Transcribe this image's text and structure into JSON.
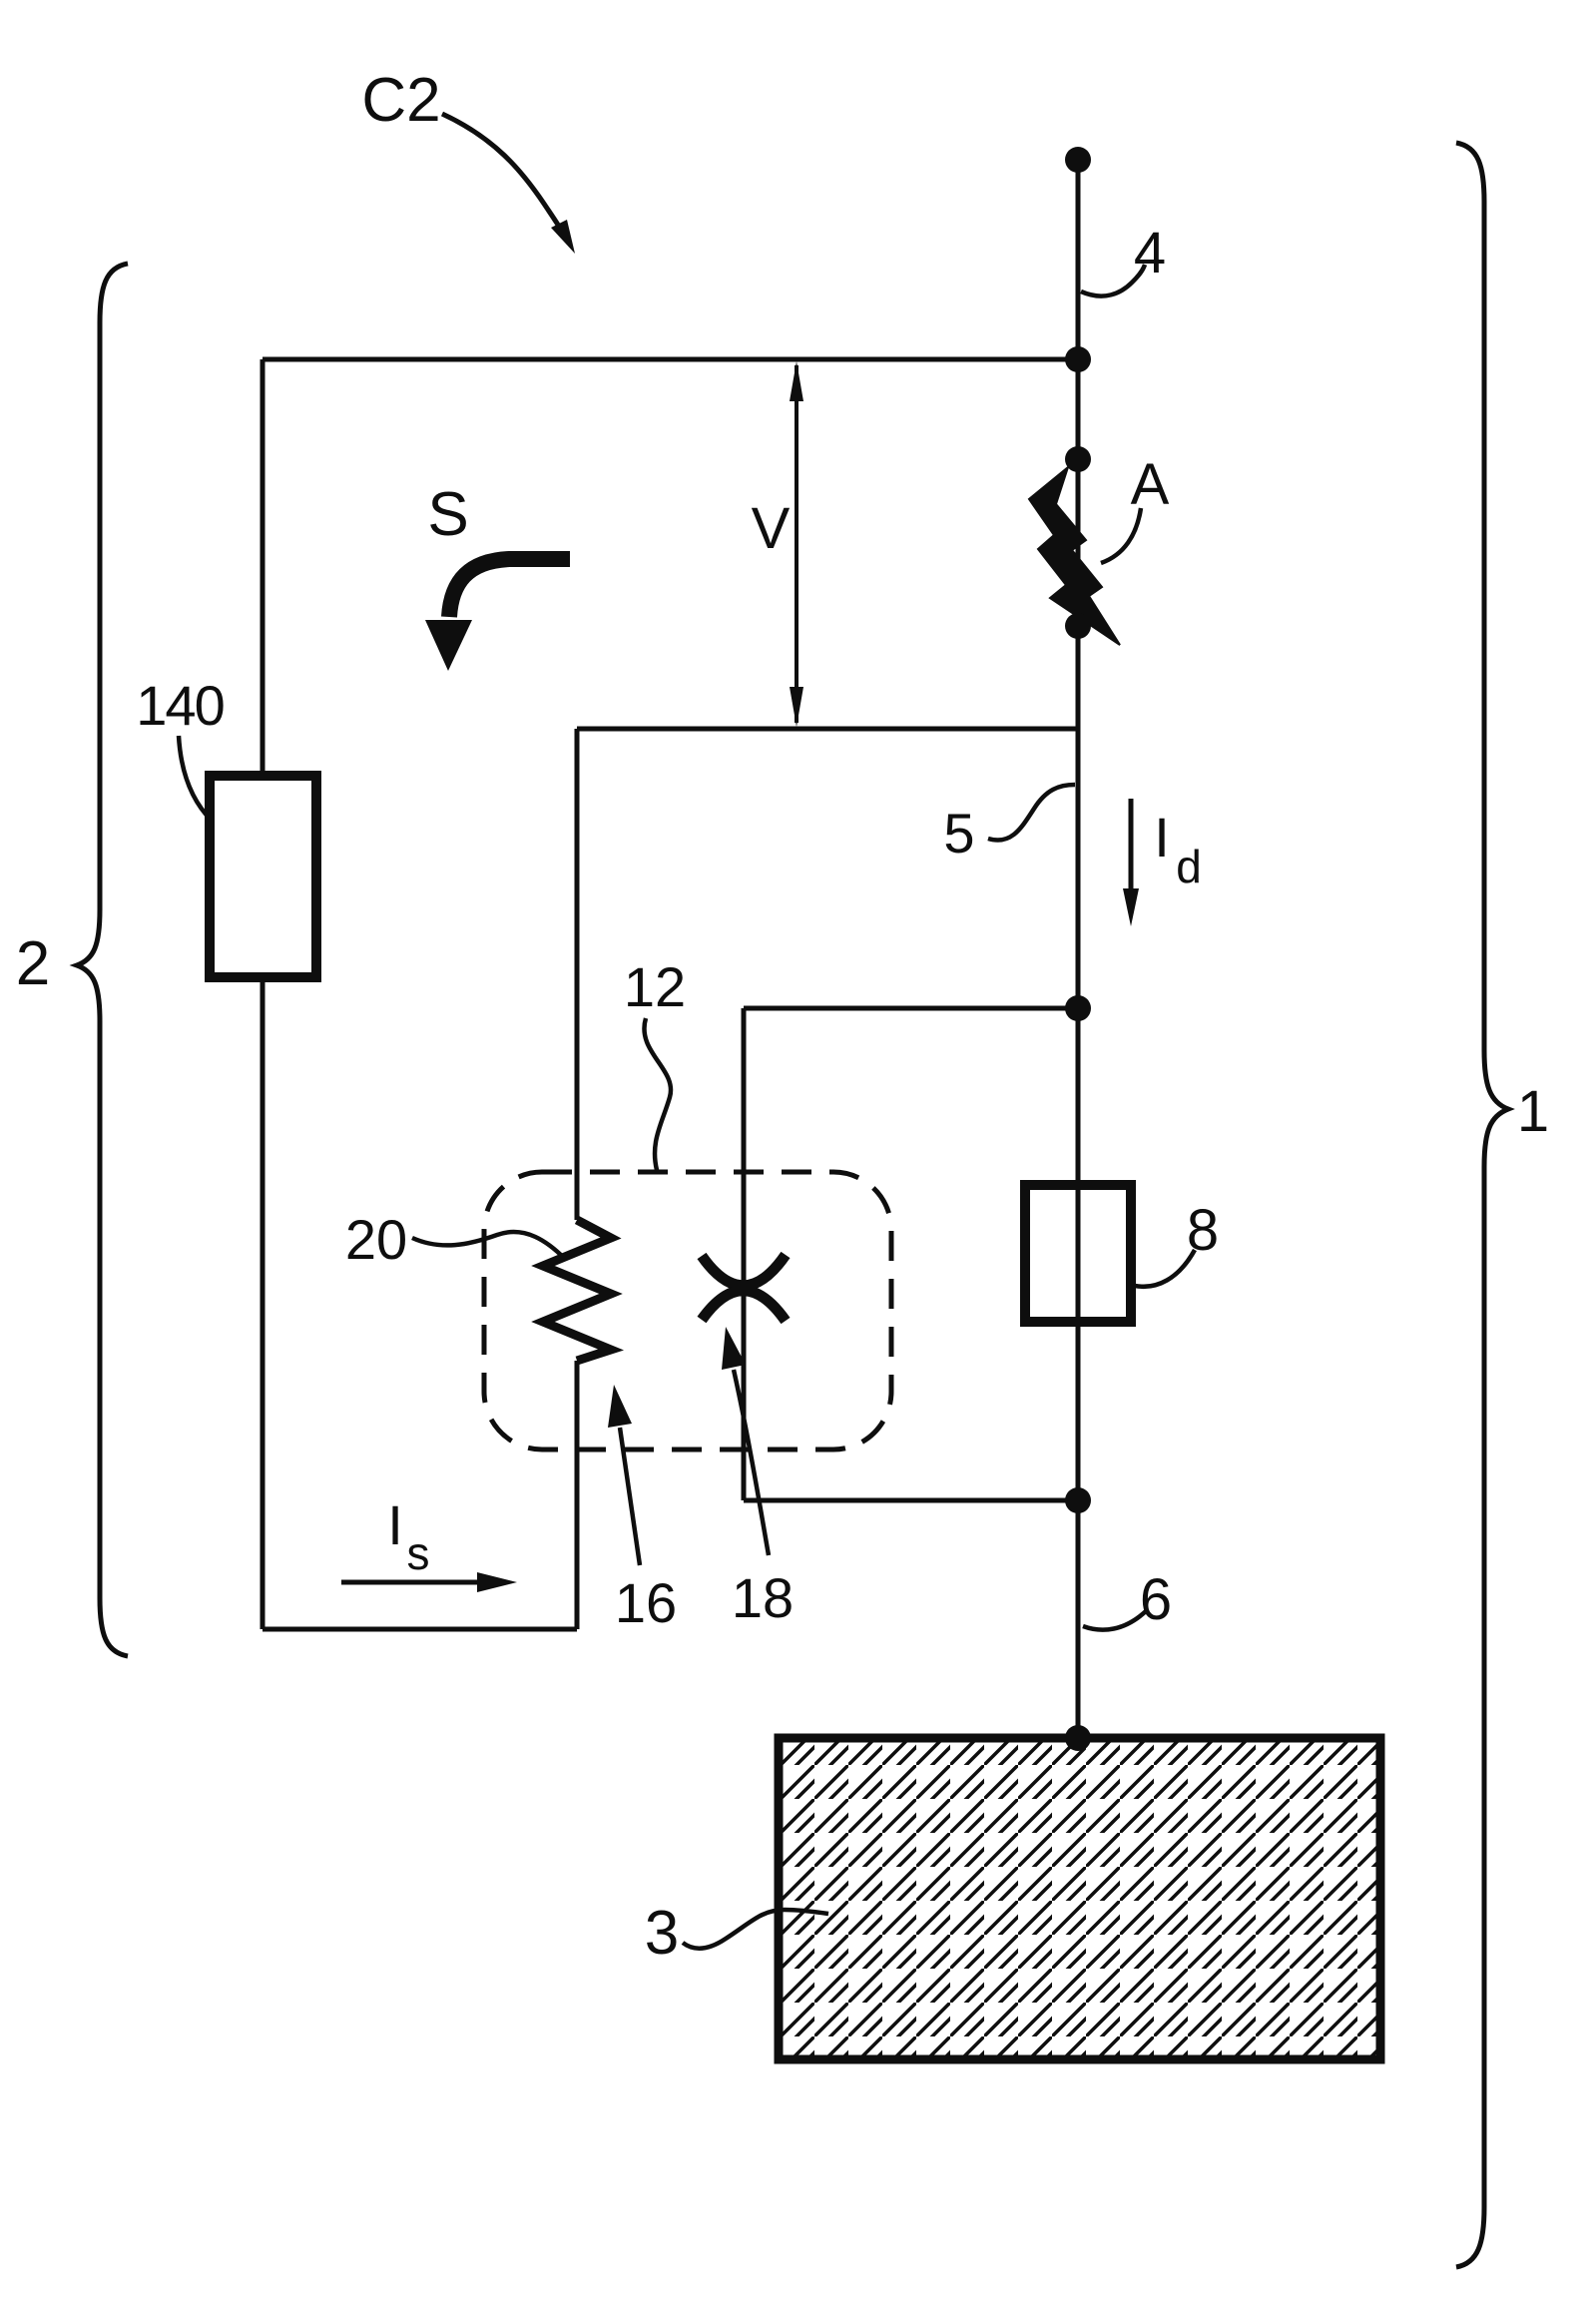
{
  "figure": {
    "type": "patent-circuit-diagram",
    "colors": {
      "ink": "#0e0e0e",
      "paper": "#ffffff"
    },
    "labels": {
      "c2": "C2",
      "n2": "2",
      "n140": "140",
      "s": "S",
      "v": "V",
      "n4": "4",
      "a": "A",
      "n5": "5",
      "i_d": {
        "main": "I",
        "sub": "d"
      },
      "n12": "12",
      "n20": "20",
      "n8": "8",
      "n1": "1",
      "n16": "16",
      "n18": "18",
      "i_s": {
        "main": "I",
        "sub": "s"
      },
      "n6": "6",
      "n3": "3"
    }
  }
}
